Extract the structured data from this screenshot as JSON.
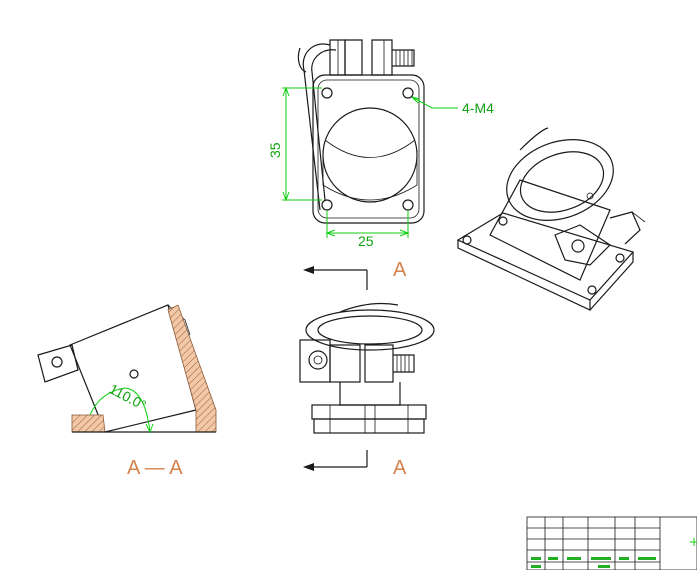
{
  "dimensions": {
    "height": "35",
    "width": "25",
    "holes": "4-M4",
    "angle": "110.0°"
  },
  "section": {
    "marker_top": "A",
    "marker_bottom": "A",
    "label": "A — A"
  },
  "colors": {
    "line": "#1a1a1a",
    "dimension": "#10d010",
    "section_label": "#d4824a",
    "hatch": "#c87a4a"
  }
}
